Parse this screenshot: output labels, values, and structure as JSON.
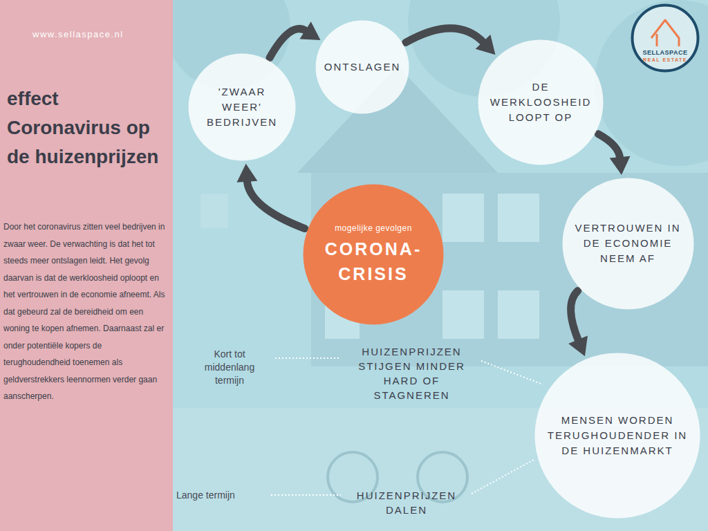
{
  "diagram": {
    "title": "effect Coronavirus op de huizenprijzen",
    "nodes": [
      {
        "text": [
          "mogelijke gevolgen",
          "CORONA- CRISIS"
        ]
      },
      {
        "text": [
          "'ZWAAR WEER' BEDRIJVEN"
        ]
      },
      {
        "text": [
          "ONTSLAGEN"
        ]
      },
      {
        "text": [
          "DE WERKLOOSHEID LOOPT OP"
        ]
      },
      {
        "text": [
          "VERTROUWEN IN DE ECONOMIE NEEM AF"
        ]
      },
      {
        "text": [
          "MENSEN WORDEN TERUGHOUDENDER IN DE HUIZENMARKT"
        ]
      },
      {
        "text": [
          "SELLASPACE",
          "REAL ESTATE"
        ]
      }
    ],
    "edges": [
      {
        "from": 0,
        "to": 1,
        "arrow": "to"
      },
      {
        "from": 1,
        "to": 2,
        "arrow": "to"
      },
      {
        "from": 2,
        "to": 3,
        "arrow": "to"
      },
      {
        "from": 3,
        "to": 4,
        "arrow": "to"
      },
      {
        "from": 4,
        "to": 5,
        "arrow": "to"
      }
    ],
    "labels": [
      "www.sellaspace.nl",
      "Door het coronavirus zitten veel bedrijven in zwaar weer. De verwachting is dat het tot steeds meer ontslagen leidt. Het gevolg daarvan is dat de werkloosheid oploopt en het vertrouwen in de economie afneemt. Als dat gebeurd zal de bereidheid om een woning te kopen afnemen. Daarnaast zal er onder potentiële kopers de terughoudendheid toenemen als geldverstrekkers leennormen verder gaan aanscherpen.",
      "Kort tot middenlang termijn",
      "HUIZENPRIJZEN STIJGEN MINDER HARD OF STAGNEREN",
      "Lange termijn",
      "HUIZENPRIJZEN DALEN"
    ]
  }
}
